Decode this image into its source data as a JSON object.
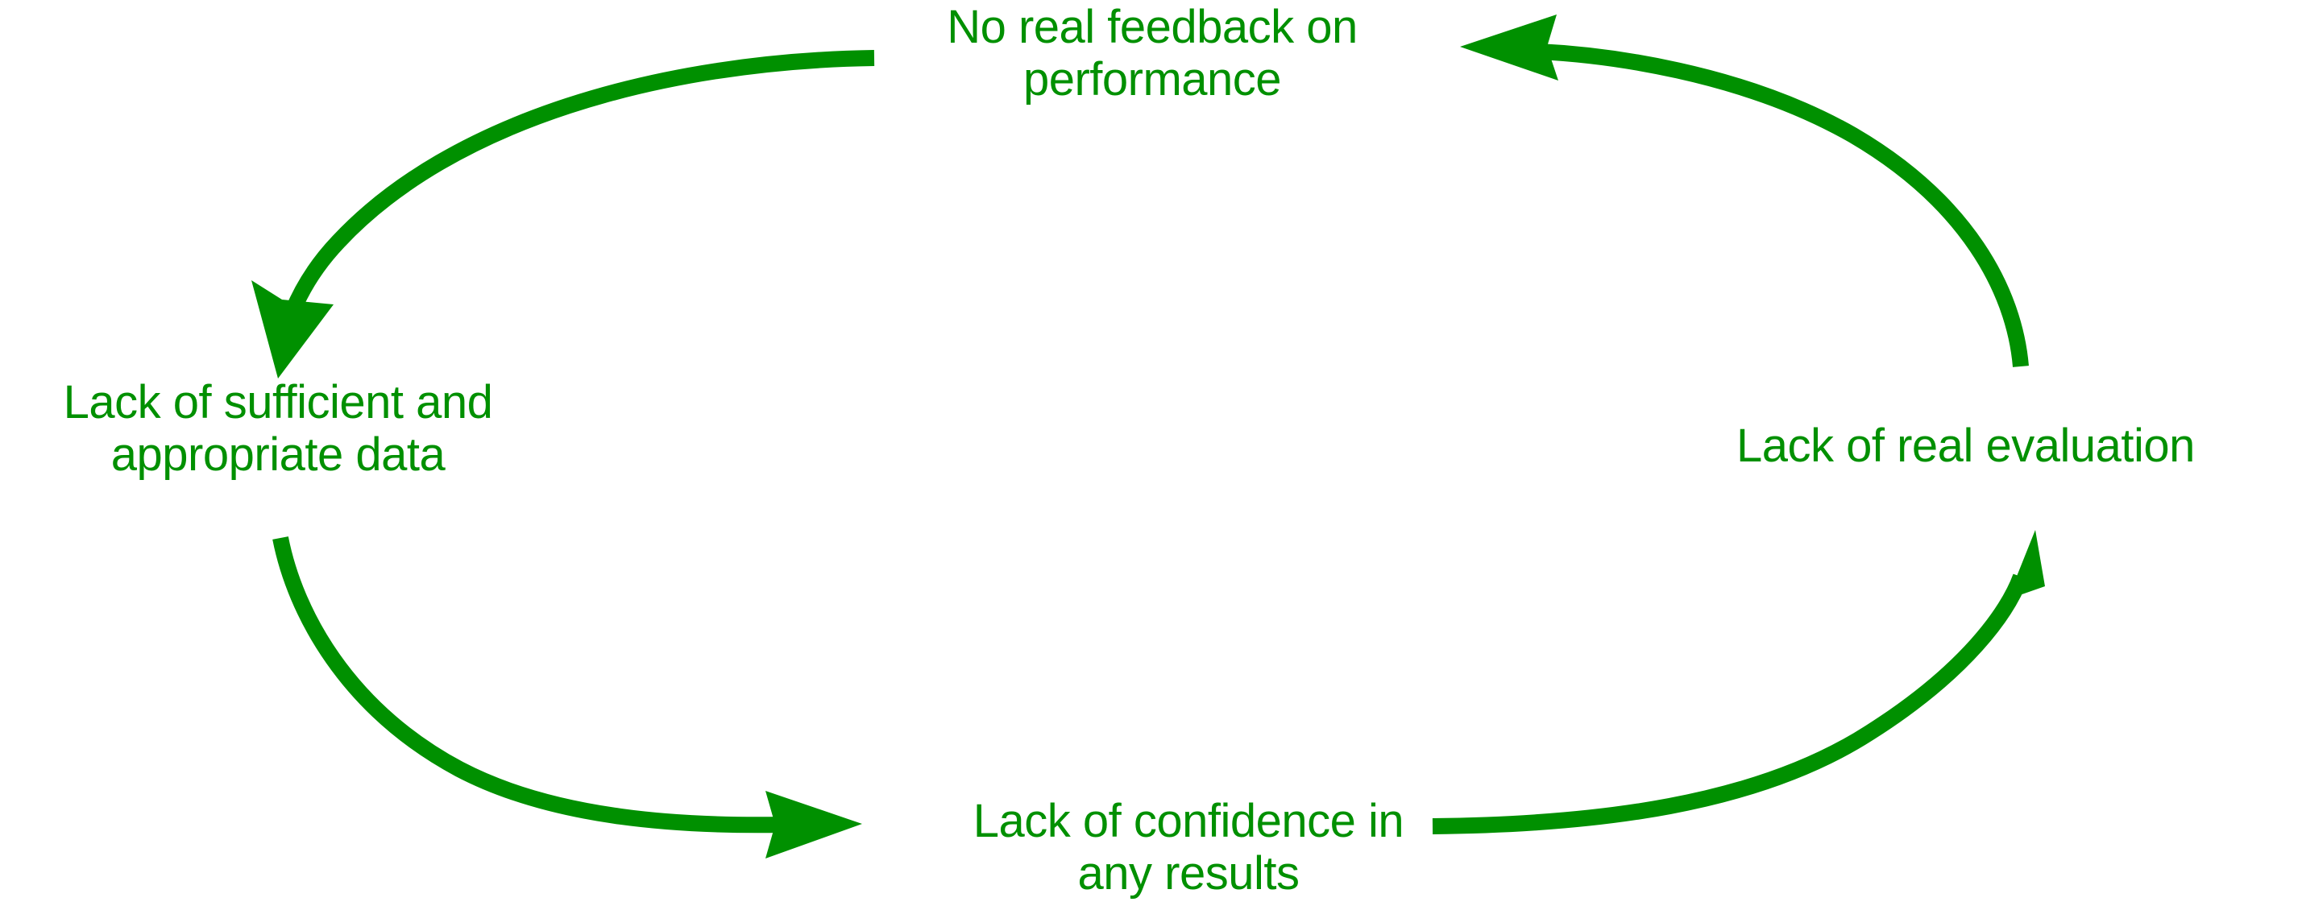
{
  "diagram": {
    "type": "cycle",
    "direction": "counter-clockwise",
    "background_color": "#ffffff",
    "accent_color": "#009000",
    "nodes": [
      {
        "id": "no-feedback",
        "position": "top",
        "label": "No real feedback on\nperformance",
        "lines": [
          "No real feedback on",
          "performance"
        ]
      },
      {
        "id": "lack-of-data",
        "position": "left",
        "label": "Lack of sufficient and\nappropriate data",
        "lines": [
          "Lack of sufficient and",
          "appropriate data"
        ]
      },
      {
        "id": "lack-of-confidence",
        "position": "bottom",
        "label": "Lack of confidence in\nany results",
        "lines": [
          "Lack of confidence in",
          "any results"
        ]
      },
      {
        "id": "lack-of-evaluation",
        "position": "right",
        "label": "Lack of real evaluation",
        "lines": [
          "Lack of real evaluation"
        ]
      }
    ],
    "arrows": [
      {
        "id": "arrow-top-to-left",
        "from": "no-feedback",
        "to": "lack-of-data",
        "name": "arrow-top-left",
        "color": "#009000"
      },
      {
        "id": "arrow-left-to-bottom",
        "from": "lack-of-data",
        "to": "lack-of-confidence",
        "name": "arrow-bottom-left",
        "color": "#009000"
      },
      {
        "id": "arrow-bottom-to-right",
        "from": "lack-of-confidence",
        "to": "lack-of-evaluation",
        "name": "arrow-bottom-right",
        "color": "#009000"
      },
      {
        "id": "arrow-right-to-top",
        "from": "lack-of-evaluation",
        "to": "no-feedback",
        "name": "arrow-top-right",
        "color": "#009000"
      }
    ]
  }
}
